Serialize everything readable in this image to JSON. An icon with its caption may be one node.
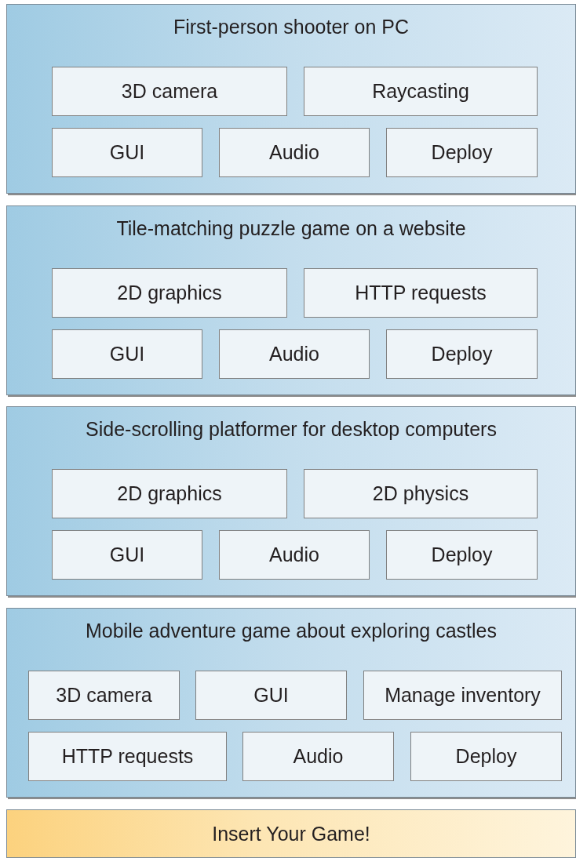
{
  "diagram": {
    "nodes": [
      {
        "text": [
          "First-person shooter on PC"
        ]
      },
      {
        "text": [
          "3D camera"
        ],
        "in": 0
      },
      {
        "text": [
          "Raycasting"
        ],
        "in": 0
      },
      {
        "text": [
          "GUI"
        ],
        "in": 0
      },
      {
        "text": [
          "Audio"
        ],
        "in": 0
      },
      {
        "text": [
          "Deploy"
        ],
        "in": 0
      },
      {
        "text": [
          "Tile-matching puzzle game on a website"
        ]
      },
      {
        "text": [
          "2D graphics"
        ],
        "in": 6
      },
      {
        "text": [
          "HTTP requests"
        ],
        "in": 6
      },
      {
        "text": [
          "GUI"
        ],
        "in": 6
      },
      {
        "text": [
          "Audio"
        ],
        "in": 6
      },
      {
        "text": [
          "Deploy"
        ],
        "in": 6
      },
      {
        "text": [
          "Side-scrolling platformer for desktop computers"
        ]
      },
      {
        "text": [
          "2D graphics"
        ],
        "in": 12
      },
      {
        "text": [
          "2D physics"
        ],
        "in": 12
      },
      {
        "text": [
          "GUI"
        ],
        "in": 12
      },
      {
        "text": [
          "Audio"
        ],
        "in": 12
      },
      {
        "text": [
          "Deploy"
        ],
        "in": 12
      },
      {
        "text": [
          "Mobile adventure game about exploring castles"
        ]
      },
      {
        "text": [
          "3D camera"
        ],
        "in": 18
      },
      {
        "text": [
          "GUI"
        ],
        "in": 18
      },
      {
        "text": [
          "Manage inventory"
        ],
        "in": 18
      },
      {
        "text": [
          "HTTP requests"
        ],
        "in": 18
      },
      {
        "text": [
          "Audio"
        ],
        "in": 18
      },
      {
        "text": [
          "Deploy"
        ],
        "in": 18
      },
      {
        "text": [
          "Insert Your Game!"
        ]
      }
    ]
  }
}
